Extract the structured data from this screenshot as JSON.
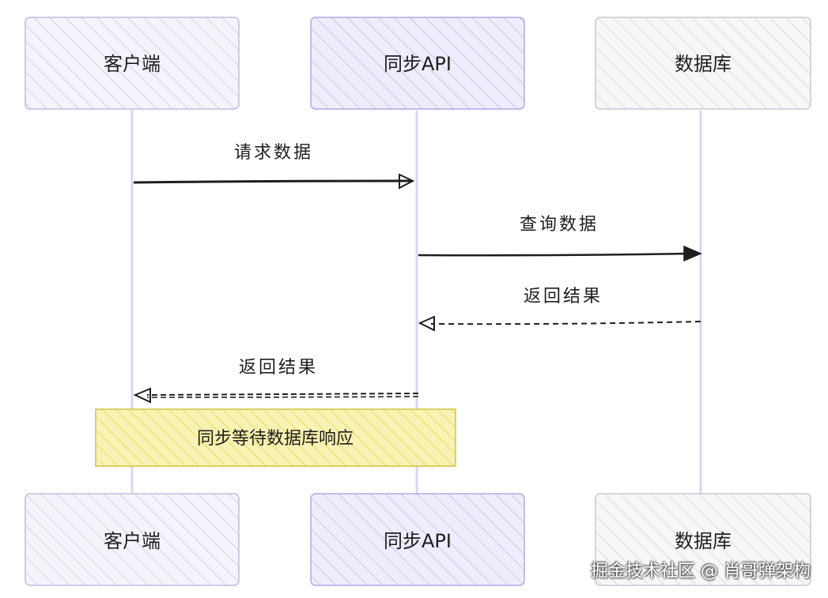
{
  "participants": [
    {
      "id": "client",
      "label": "客户端",
      "fill": "#eeeef7",
      "stroke": "#bebee6"
    },
    {
      "id": "api",
      "label": "同步API",
      "fill": "#e8e7fb",
      "stroke": "#b6b3ea"
    },
    {
      "id": "db",
      "label": "数据库",
      "fill": "#f1f1f3",
      "stroke": "#c9c9d4"
    }
  ],
  "messages": [
    {
      "label": "请求数据",
      "from": "client",
      "to": "api",
      "style": "solid"
    },
    {
      "label": "查询数据",
      "from": "api",
      "to": "db",
      "style": "solid"
    },
    {
      "label": "返回结果",
      "from": "db",
      "to": "api",
      "style": "dashed"
    },
    {
      "label": "返回结果",
      "from": "api",
      "to": "client",
      "style": "dashed"
    }
  ],
  "note": {
    "label": "同步等待数据库响应",
    "fill": "#f6ee9e",
    "stroke": "#d8cb5a"
  },
  "watermark": "掘金技术社区 @ 肖哥弹架构",
  "colors": {
    "lifeline": "#d9d6f0",
    "arrow": "#1e1e1e",
    "hatch": "#d6d6e2"
  }
}
